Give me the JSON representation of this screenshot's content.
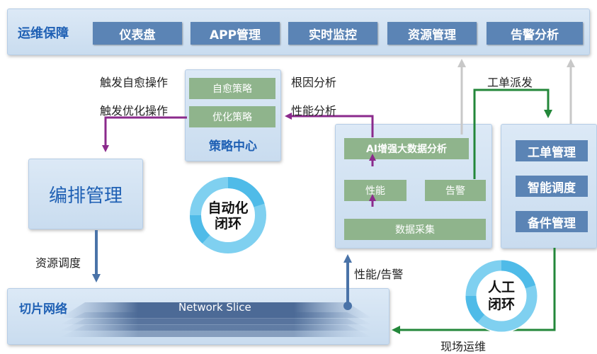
{
  "top_bar": {
    "title": "运维保障",
    "items": [
      "仪表盘",
      "APP管理",
      "实时监控",
      "资源管理",
      "告警分析"
    ]
  },
  "policy_center": {
    "title": "策略中心",
    "items": [
      "自愈策略",
      "优化策略"
    ]
  },
  "orchestration": {
    "title": "编排管理"
  },
  "auto_loop": {
    "line1": "自动化",
    "line2": "闭环"
  },
  "manual_loop": {
    "line1": "人工",
    "line2": "闭环"
  },
  "ai_panel": {
    "title": "AI增强大数据分析",
    "performance": "性能",
    "alarm": "告警",
    "data_collection": "数据采集"
  },
  "work_panel": {
    "items": [
      "工单管理",
      "智能调度",
      "备件管理"
    ]
  },
  "slice": {
    "title": "切片网络",
    "stack_label": "Network Slice"
  },
  "labels": {
    "trigger_self_heal": "触发自愈操作",
    "trigger_optimize": "触发优化操作",
    "root_cause": "根因分析",
    "perf_analysis": "性能分析",
    "ticket_dispatch": "工单派发",
    "resource_scheduling": "资源调度",
    "perf_alarm": "性能/告警",
    "field_ops": "现场运维"
  }
}
